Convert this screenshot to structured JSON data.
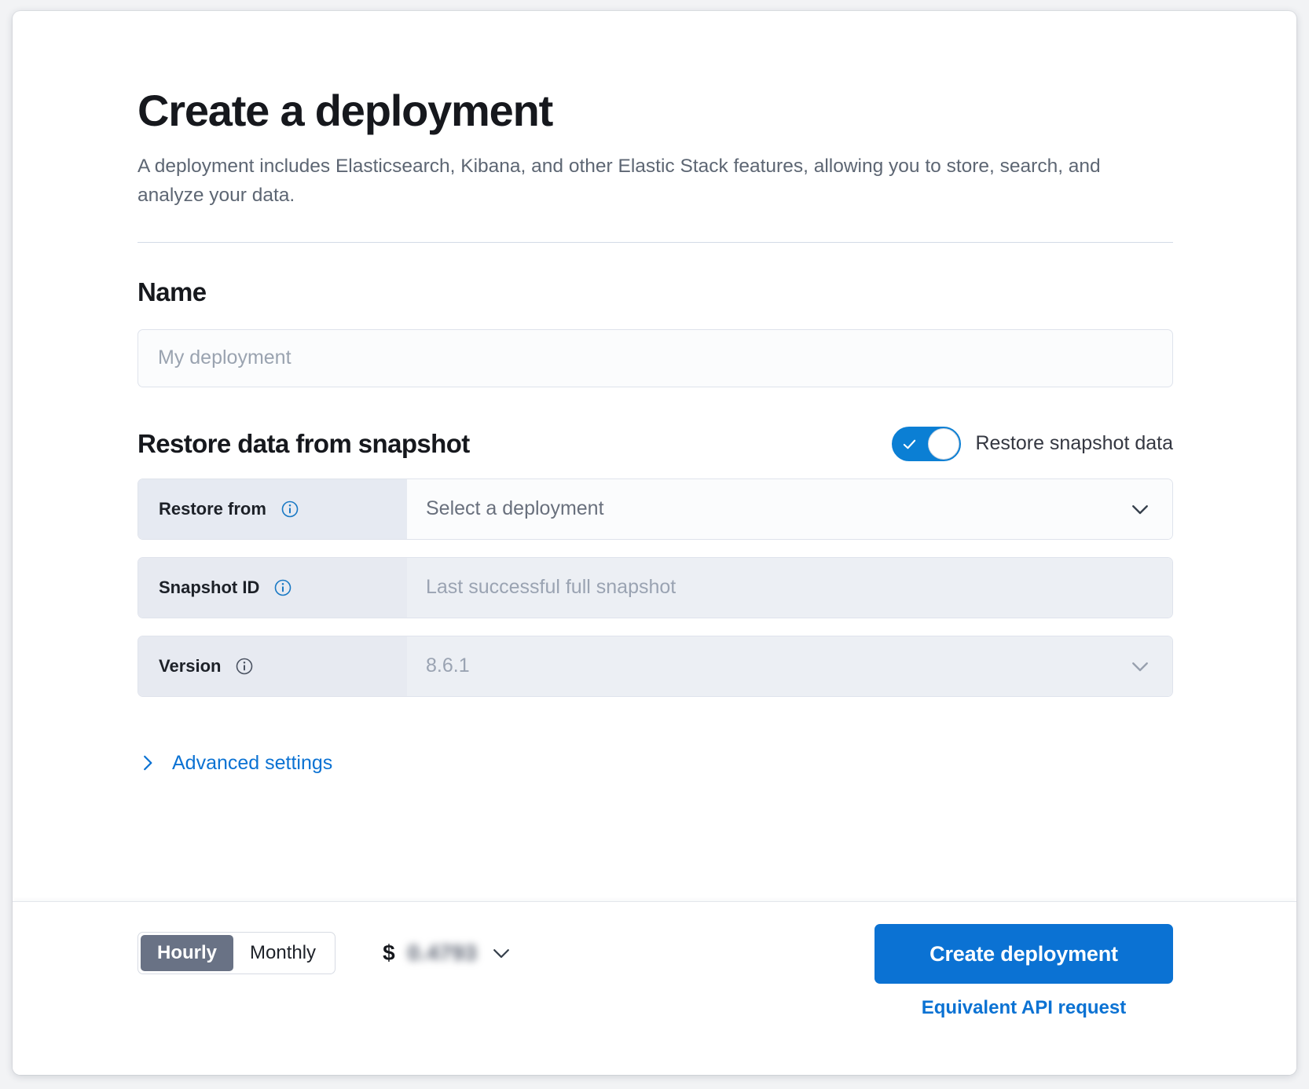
{
  "header": {
    "title": "Create a deployment",
    "subtitle": "A deployment includes Elasticsearch, Kibana, and other Elastic Stack features, allowing you to store, search, and analyze your data."
  },
  "name_section": {
    "heading": "Name",
    "placeholder": "My deployment",
    "value": ""
  },
  "restore_section": {
    "heading": "Restore data from snapshot",
    "toggle_label": "Restore snapshot data",
    "toggle_on": true,
    "rows": [
      {
        "label": "Restore from",
        "value": "Select a deployment",
        "info_icon": "info-icon",
        "control": "select",
        "disabled": false
      },
      {
        "label": "Snapshot ID",
        "value": "Last successful full snapshot",
        "info_icon": "info-icon",
        "control": "text",
        "disabled": true
      },
      {
        "label": "Version",
        "value": "8.6.1",
        "info_icon": "info-icon",
        "control": "select",
        "disabled": true
      }
    ],
    "advanced_label": "Advanced settings",
    "advanced_icon": "chevron-right-icon"
  },
  "footer": {
    "billing": {
      "options": [
        "Hourly",
        "Monthly"
      ],
      "selected": "Hourly"
    },
    "price": {
      "currency_symbol": "$",
      "amount": "0.4793",
      "redacted": true,
      "chevron_icon": "chevron-down-icon"
    },
    "create_button": "Create deployment",
    "api_link": "Equivalent API request"
  },
  "colors": {
    "accent_blue": "#0b72d3",
    "toggle_on": "#0b7fd4",
    "segment_active": "#697285",
    "label_panel": "#e6eaf2",
    "text_primary": "#16181d",
    "text_muted": "#69707d"
  }
}
